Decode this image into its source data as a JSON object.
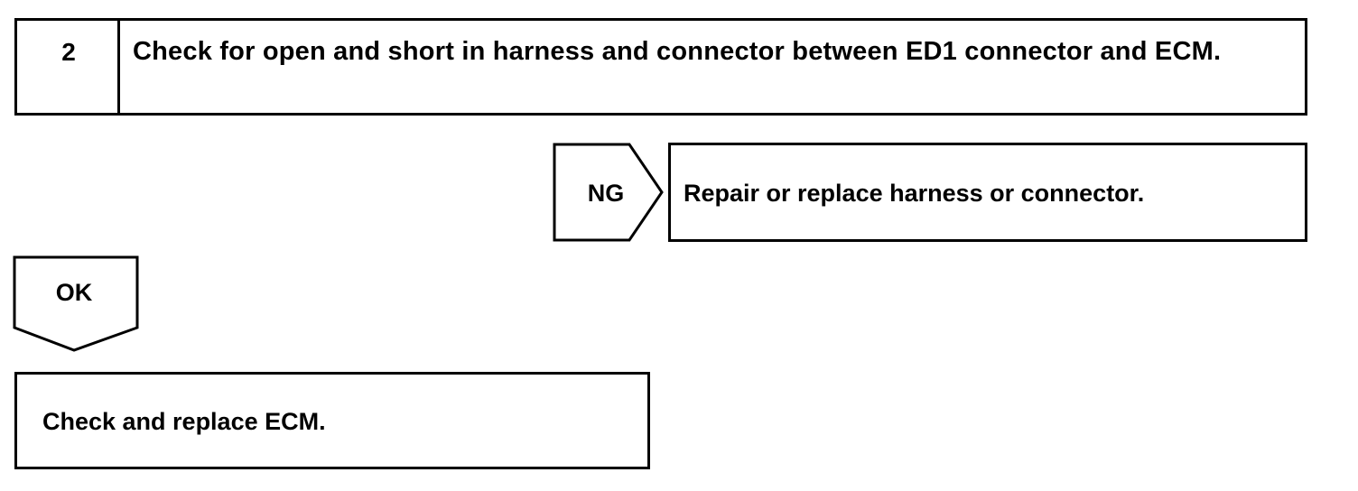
{
  "step": {
    "number": "2",
    "text": "Check for open and short in harness and connector between ED1 connector and ECM."
  },
  "ng_branch": {
    "label": "NG",
    "action": "Repair or replace harness or connector."
  },
  "ok_branch": {
    "label": "OK",
    "action": "Check and replace ECM."
  }
}
